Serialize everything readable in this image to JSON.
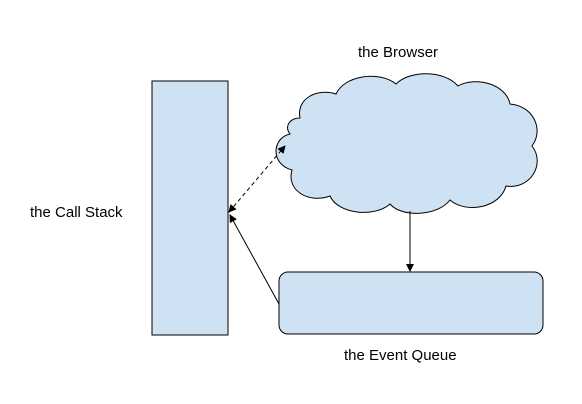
{
  "diagram": {
    "browser_label": "the Browser",
    "call_stack_label": "the Call Stack",
    "event_queue_label": "the Event Queue",
    "colors": {
      "shape_fill": "#cfe2f3",
      "stroke": "#000000"
    },
    "connectors": [
      {
        "name": "call-stack-to-browser-arrow",
        "style": "dashed",
        "direction": "bidirectional"
      },
      {
        "name": "browser-to-event-queue-arrow",
        "style": "solid",
        "direction": "to-event-queue"
      },
      {
        "name": "event-queue-to-call-stack-arrow",
        "style": "solid",
        "direction": "to-call-stack"
      }
    ]
  }
}
